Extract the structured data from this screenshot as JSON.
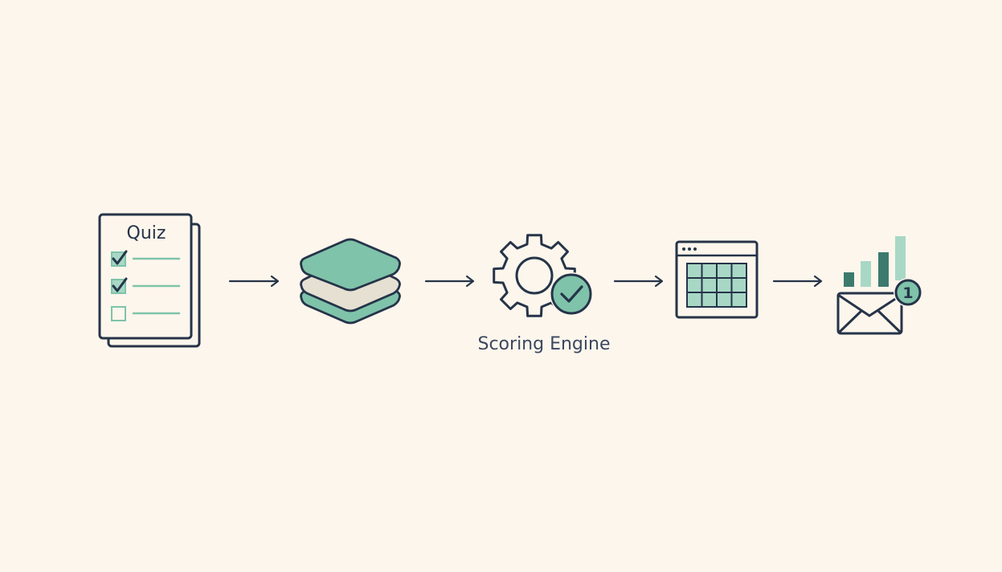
{
  "diagram": {
    "quiz": {
      "title": "Quiz",
      "icon": "quiz-document-icon"
    },
    "data_layers": {
      "icon": "stacked-layers-icon"
    },
    "scoring_engine": {
      "label": "Scoring Engine",
      "icon": "gear-check-icon"
    },
    "results_table": {
      "icon": "spreadsheet-window-icon"
    },
    "notification": {
      "badge": "1",
      "icon": "envelope-bar-chart-icon"
    }
  },
  "colors": {
    "background": "#fdf6ec",
    "outline": "#263449",
    "accent": "#7fc3aa",
    "accent_light": "#a8d8c5",
    "accent_dark": "#3d7a6e",
    "layer_middle": "#e5e0d2"
  }
}
